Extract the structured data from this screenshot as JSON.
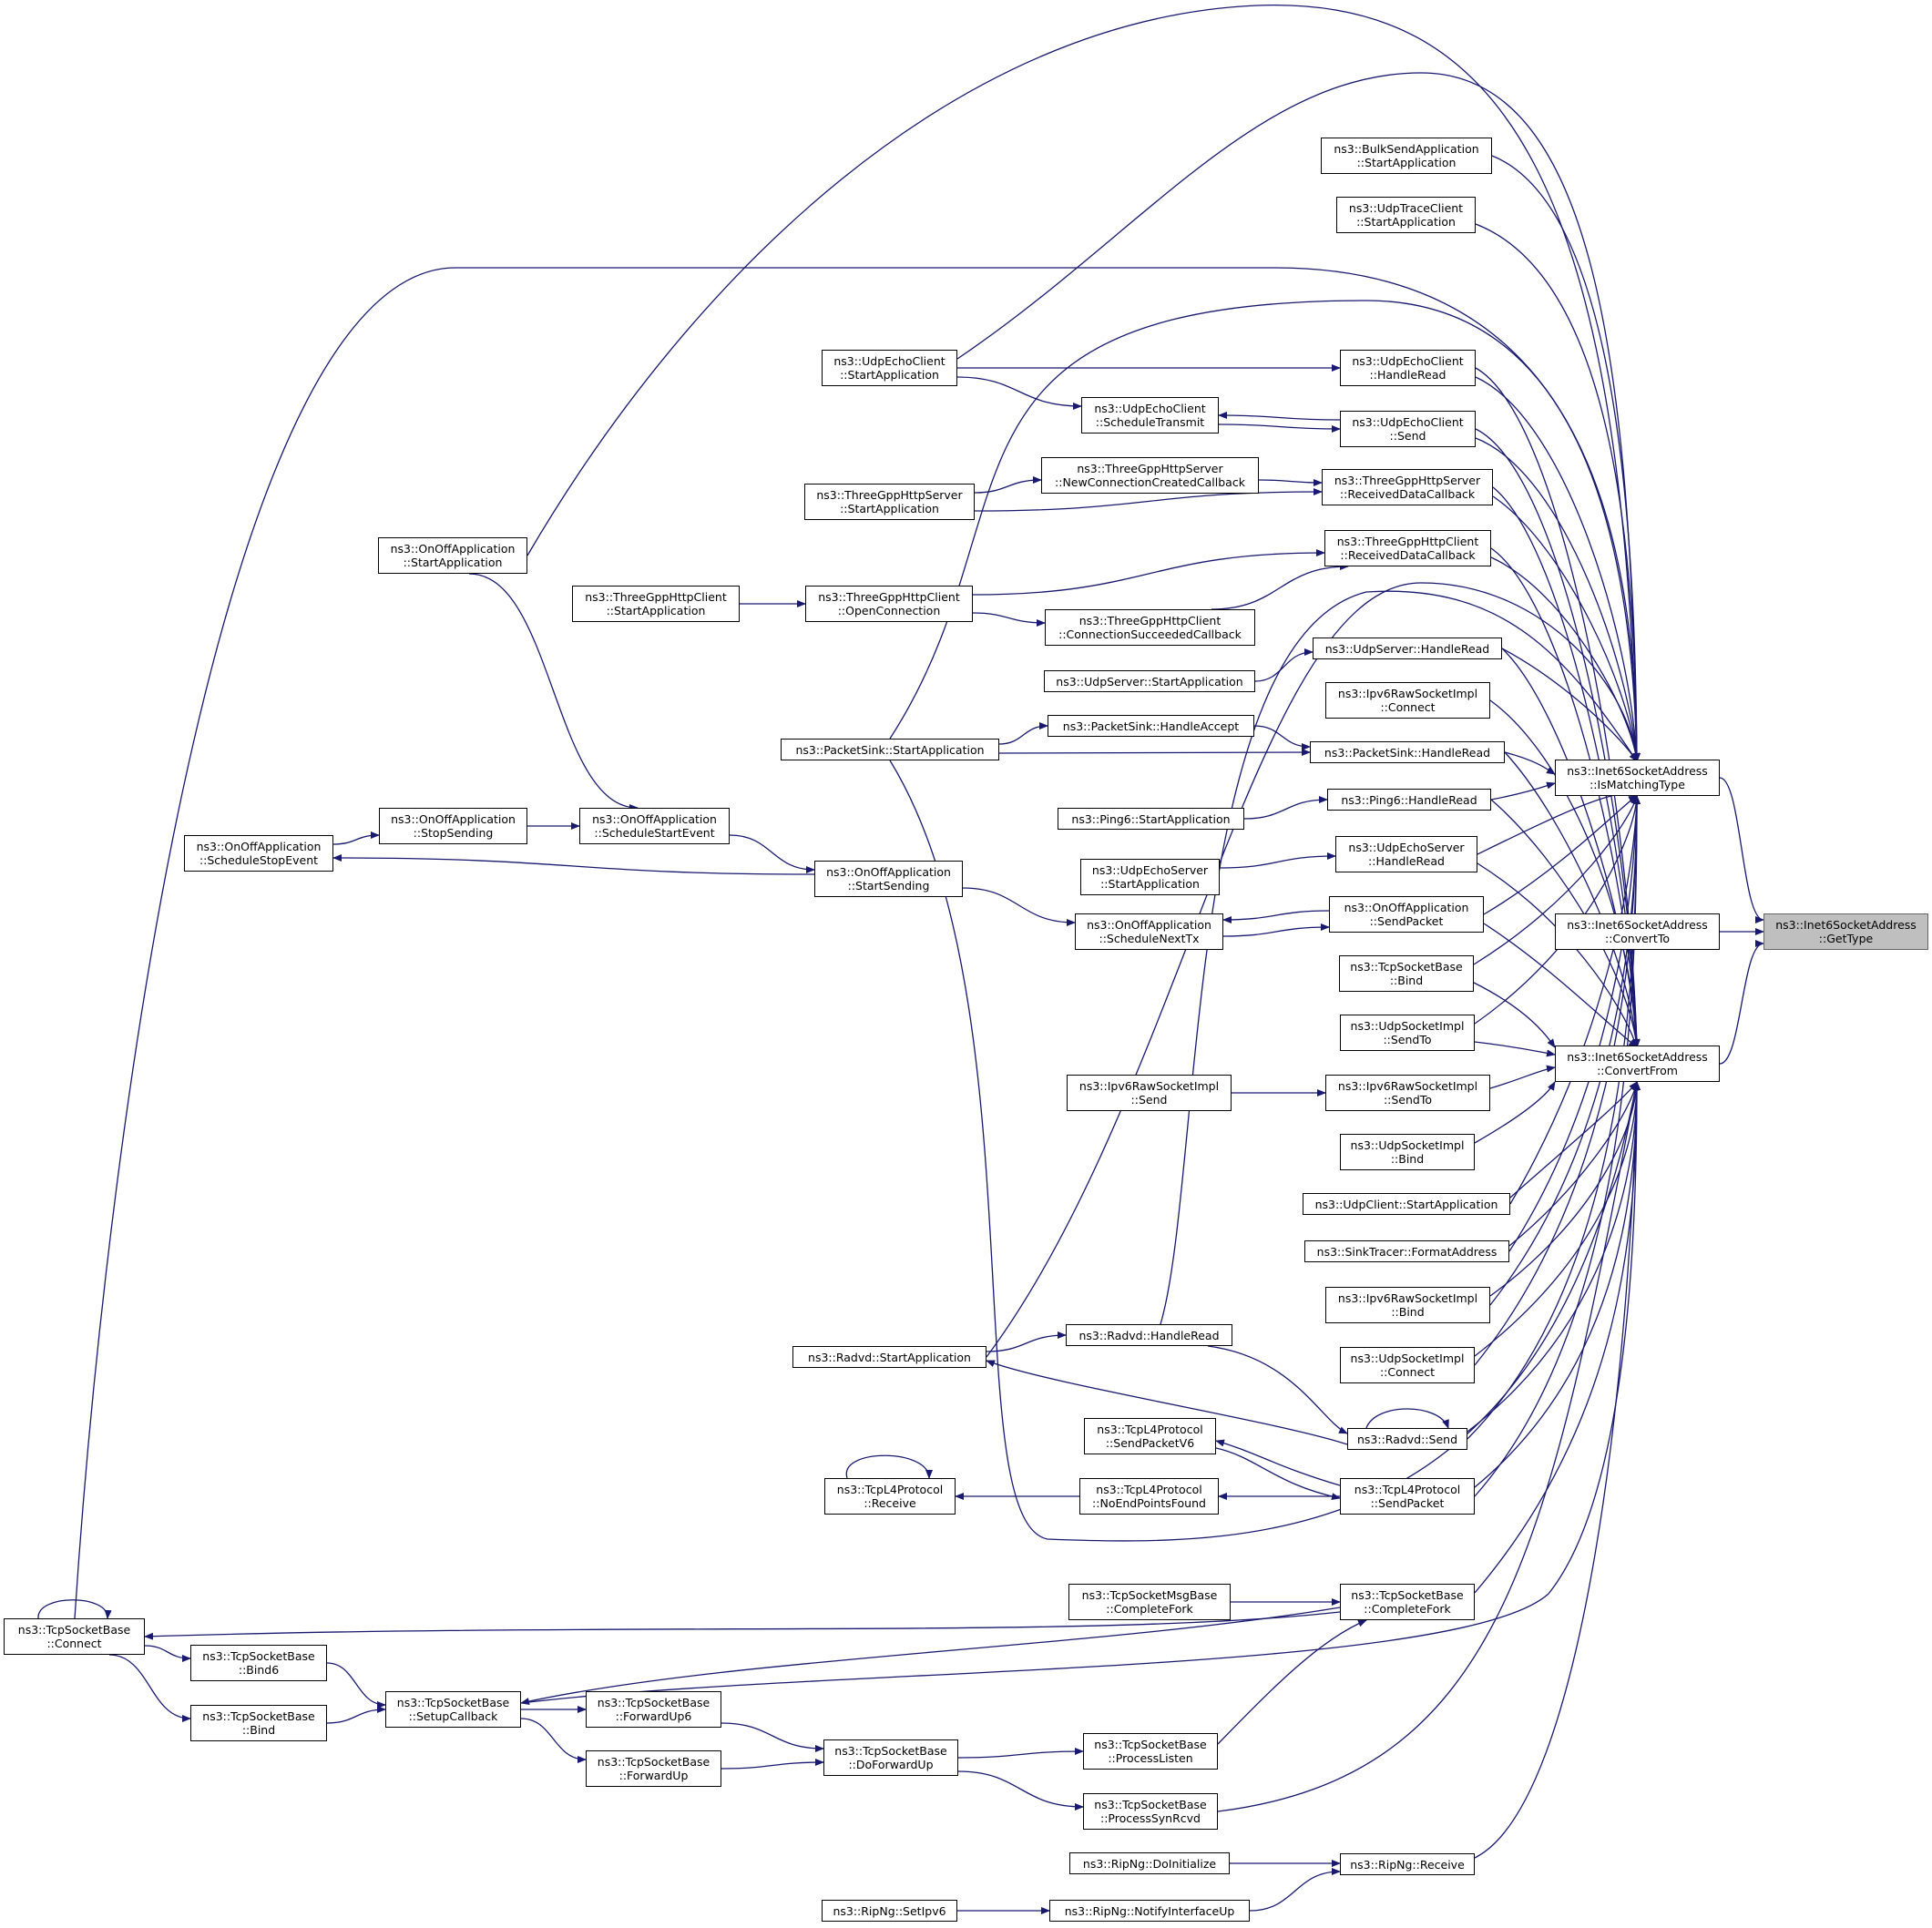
{
  "colors": {
    "edge": "#191970",
    "node_border": "#000000",
    "node_fill": "#ffffff",
    "focus_fill": "#bfbfbf",
    "focus_border": "#666666"
  },
  "nodes": {
    "gettype": [
      "ns3::Inet6SocketAddress",
      "::GetType"
    ],
    "ismatching": [
      "ns3::Inet6SocketAddress",
      "::IsMatchingType"
    ],
    "convertto": [
      "ns3::Inet6SocketAddress",
      "::ConvertTo"
    ],
    "convertfrom": [
      "ns3::Inet6SocketAddress",
      "::ConvertFrom"
    ],
    "bulksend": [
      "ns3::BulkSendApplication",
      "::StartApplication"
    ],
    "udptrace": [
      "ns3::UdpTraceClient",
      "::StartApplication"
    ],
    "uech": [
      "ns3::UdpEchoClient",
      "::HandleRead"
    ],
    "uecsend": [
      "ns3::UdpEchoClient",
      "::Send"
    ],
    "uecsched": [
      "ns3::UdpEchoClient",
      "::ScheduleTransmit"
    ],
    "uecstart": [
      "ns3::UdpEchoClient",
      "::StartApplication"
    ],
    "thsrecv": [
      "ns3::ThreeGppHttpServer",
      "::ReceivedDataCallback"
    ],
    "thsnew": [
      "ns3::ThreeGppHttpServer",
      "::NewConnectionCreatedCallback"
    ],
    "thsstart": [
      "ns3::ThreeGppHttpServer",
      "::StartApplication"
    ],
    "thcrecv": [
      "ns3::ThreeGppHttpClient",
      "::ReceivedDataCallback"
    ],
    "thcopen": [
      "ns3::ThreeGppHttpClient",
      "::OpenConnection"
    ],
    "thcstart": [
      "ns3::ThreeGppHttpClient",
      "::StartApplication"
    ],
    "thcsucc": [
      "ns3::ThreeGppHttpClient",
      "::ConnectionSucceededCallback"
    ],
    "udpsrvh": [
      "ns3::UdpServer::HandleRead"
    ],
    "udpsrvs": [
      "ns3::UdpServer::StartApplication"
    ],
    "i6rconn": [
      "ns3::Ipv6RawSocketImpl",
      "::Connect"
    ],
    "pshaccept": [
      "ns3::PacketSink::HandleAccept"
    ],
    "pshread": [
      "ns3::PacketSink::HandleRead"
    ],
    "psstart": [
      "ns3::PacketSink::StartApplication"
    ],
    "p6read": [
      "ns3::Ping6::HandleRead"
    ],
    "p6start": [
      "ns3::Ping6::StartApplication"
    ],
    "uesread": [
      "ns3::UdpEchoServer",
      "::HandleRead"
    ],
    "uesstart": [
      "ns3::UdpEchoServer",
      "::StartApplication"
    ],
    "oosendpkt": [
      "ns3::OnOffApplication",
      "::SendPacket"
    ],
    "oonexttx": [
      "ns3::OnOffApplication",
      "::ScheduleNextTx"
    ],
    "oostartsend": [
      "ns3::OnOffApplication",
      "::StartSending"
    ],
    "oosse": [
      "ns3::OnOffApplication",
      "::ScheduleStartEvent"
    ],
    "oostopsend": [
      "ns3::OnOffApplication",
      "::StopSending"
    ],
    "oostopev": [
      "ns3::OnOffApplication",
      "::ScheduleStopEvent"
    ],
    "oostart": [
      "ns3::OnOffApplication",
      "::StartApplication"
    ],
    "tcpbind": [
      "ns3::TcpSocketBase",
      "::Bind"
    ],
    "usisendto": [
      "ns3::UdpSocketImpl",
      "::SendTo"
    ],
    "i6rsendto": [
      "ns3::Ipv6RawSocketImpl",
      "::SendTo"
    ],
    "i6rsend": [
      "ns3::Ipv6RawSocketImpl",
      "::Send"
    ],
    "usibind": [
      "ns3::UdpSocketImpl",
      "::Bind"
    ],
    "ucstart": [
      "ns3::UdpClient::StartApplication"
    ],
    "sinkfmt": [
      "ns3::SinkTracer::FormatAddress"
    ],
    "i6rbind": [
      "ns3::Ipv6RawSocketImpl",
      "::Bind"
    ],
    "usiconn": [
      "ns3::UdpSocketImpl",
      "::Connect"
    ],
    "rvdread": [
      "ns3::Radvd::HandleRead"
    ],
    "rvdstart": [
      "ns3::Radvd::StartApplication"
    ],
    "rvdsend": [
      "ns3::Radvd::Send"
    ],
    "tl4v6": [
      "ns3::TcpL4Protocol",
      "::SendPacketV6"
    ],
    "tl4noend": [
      "ns3::TcpL4Protocol",
      "::NoEndPointsFound"
    ],
    "tl4recv": [
      "ns3::TcpL4Protocol",
      "::Receive"
    ],
    "tl4send": [
      "ns3::TcpL4Protocol",
      "::SendPacket"
    ],
    "tsmcf": [
      "ns3::TcpSocketMsgBase",
      "::CompleteFork"
    ],
    "tsbcf": [
      "ns3::TcpSocketBase",
      "::CompleteFork"
    ],
    "tsbconn": [
      "ns3::TcpSocketBase",
      "::Connect"
    ],
    "tsbbind6": [
      "ns3::TcpSocketBase",
      "::Bind6"
    ],
    "tsbbind": [
      "ns3::TcpSocketBase",
      "::Bind"
    ],
    "tsbsetup": [
      "ns3::TcpSocketBase",
      "::SetupCallback"
    ],
    "tsbfu6": [
      "ns3::TcpSocketBase",
      "::ForwardUp6"
    ],
    "tsbfu": [
      "ns3::TcpSocketBase",
      "::ForwardUp"
    ],
    "tsbdfu": [
      "ns3::TcpSocketBase",
      "::DoForwardUp"
    ],
    "tsbplisten": [
      "ns3::TcpSocketBase",
      "::ProcessListen"
    ],
    "tsbpsyn": [
      "ns3::TcpSocketBase",
      "::ProcessSynRcvd"
    ],
    "ripinit": [
      "ns3::RipNg::DoInitialize"
    ],
    "riprecv": [
      "ns3::RipNg::Receive"
    ],
    "ripnotify": [
      "ns3::RipNg::NotifyInterfaceUp"
    ],
    "ripset": [
      "ns3::RipNg::SetIpv6"
    ]
  }
}
